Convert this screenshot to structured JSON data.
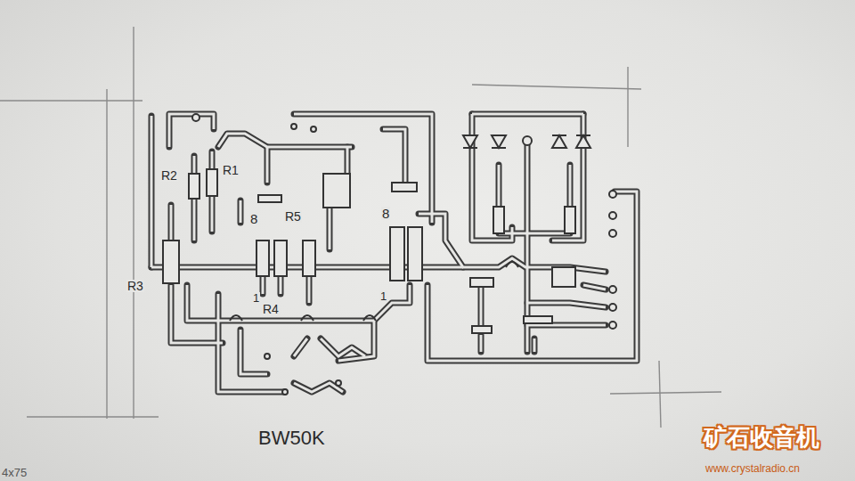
{
  "diagram": {
    "labels": [
      "R2",
      "R1",
      "8",
      "R5",
      "8",
      "R3",
      "1",
      "R4",
      "1",
      "BW50K",
      "4x75",
      "矿石收音机",
      "www.crystalradio.cn"
    ]
  }
}
